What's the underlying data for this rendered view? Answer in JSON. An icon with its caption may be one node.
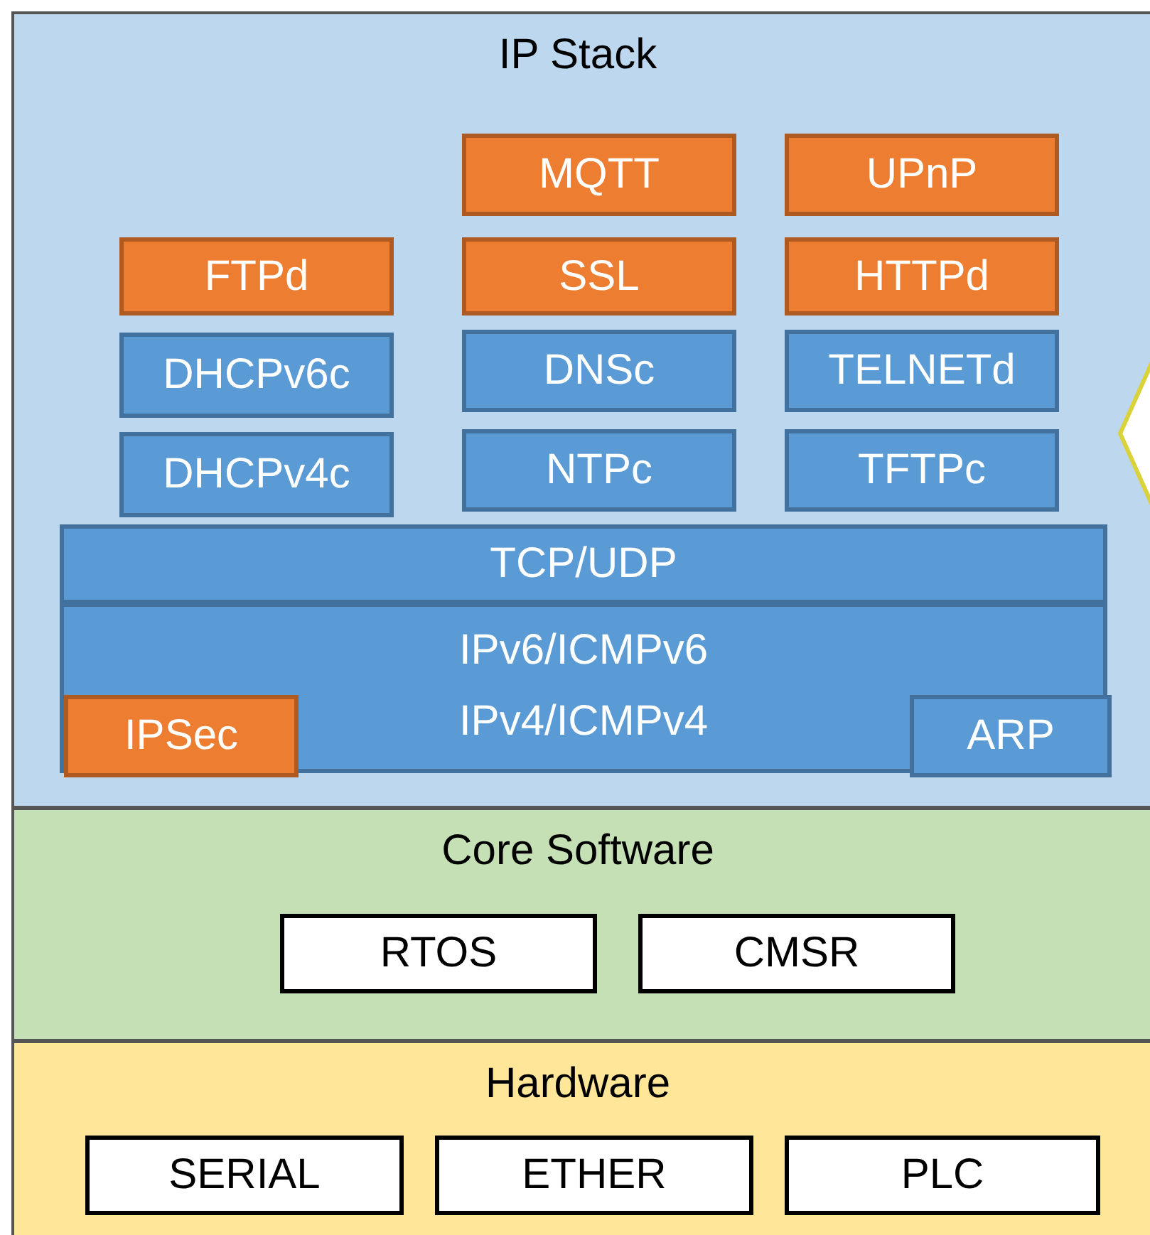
{
  "diagram": {
    "nodes": [
      {
        "text": [
          "IP Stack"
        ]
      },
      {
        "text": [
          "MQTT"
        ],
        "in": 0
      },
      {
        "text": [
          "UPnP"
        ],
        "in": 0
      },
      {
        "text": [
          "FTPd"
        ],
        "in": 0
      },
      {
        "text": [
          "SSL"
        ],
        "in": 0
      },
      {
        "text": [
          "HTTPd"
        ],
        "in": 0
      },
      {
        "text": [
          "DHCPv6c"
        ],
        "in": 0
      },
      {
        "text": [
          "DNSc"
        ],
        "in": 0
      },
      {
        "text": [
          "TELNETd"
        ],
        "in": 0
      },
      {
        "text": [
          "DHCPv4c"
        ],
        "in": 0
      },
      {
        "text": [
          "NTPc"
        ],
        "in": 0
      },
      {
        "text": [
          "TFTPc"
        ],
        "in": 0
      },
      {
        "text": [
          "TCP/UDP"
        ],
        "in": 0
      },
      {
        "text": [
          "IPv6/ICMPv6",
          "IPv4/ICMPv4"
        ],
        "in": 0
      },
      {
        "text": [
          "IPSec"
        ],
        "in": 13
      },
      {
        "text": [
          "ARP"
        ],
        "in": 13
      },
      {
        "text": [
          "Core Software"
        ]
      },
      {
        "text": [
          "RTOS"
        ],
        "in": 16
      },
      {
        "text": [
          "CMSR"
        ],
        "in": 16
      },
      {
        "text": [
          "Hardware"
        ]
      },
      {
        "text": [
          "SERIAL"
        ],
        "in": 19
      },
      {
        "text": [
          "ETHER"
        ],
        "in": 19
      },
      {
        "text": [
          "PLC"
        ],
        "in": 19
      },
      {
        "text": [],
        "shape": "callout",
        "in": 0
      }
    ]
  }
}
